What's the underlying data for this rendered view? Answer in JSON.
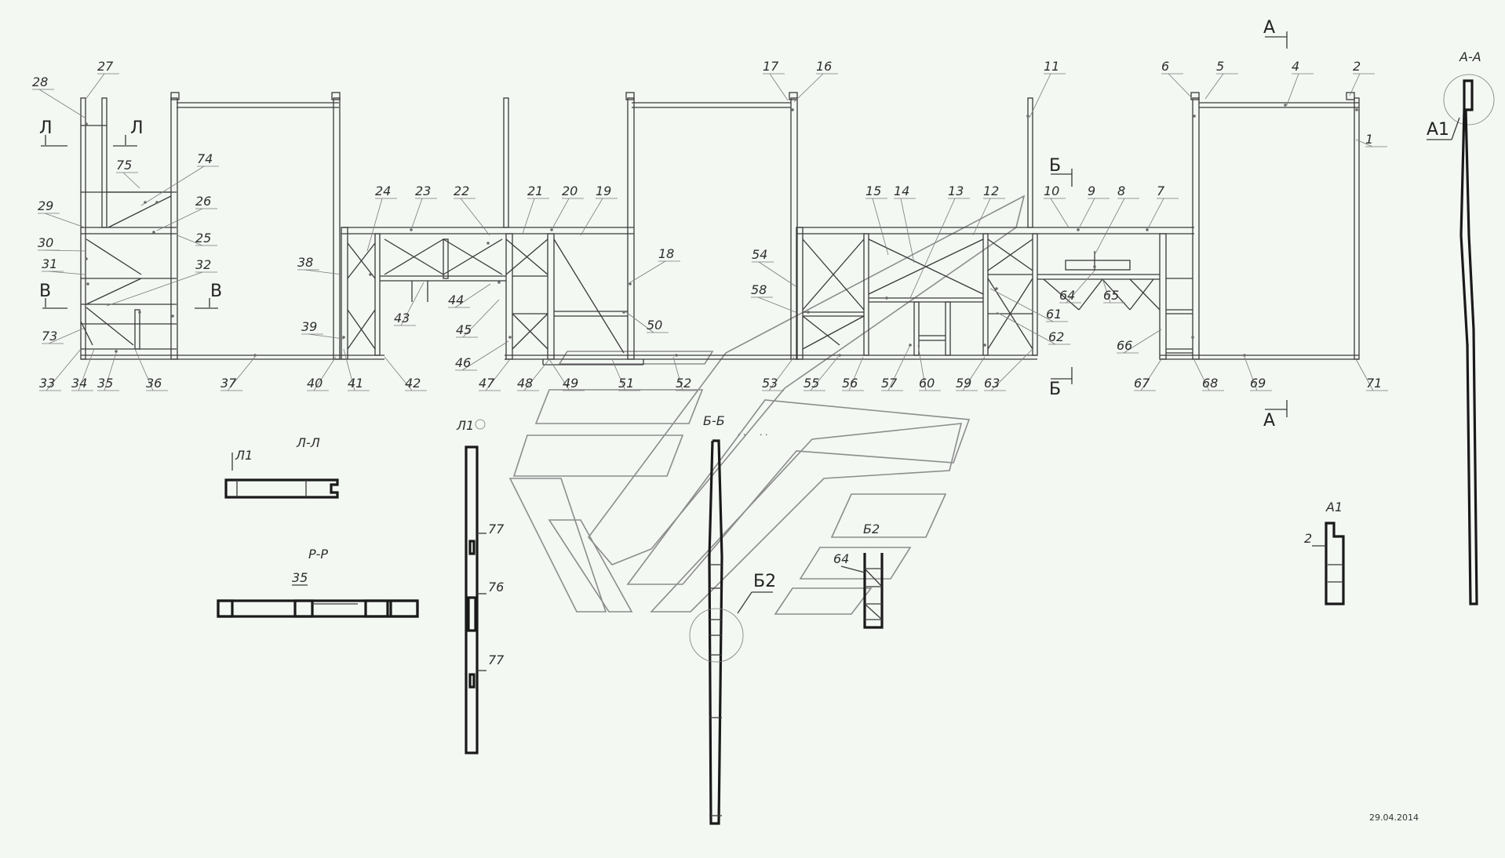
{
  "frame_parts": [
    "1",
    "2",
    "4",
    "5",
    "6",
    "7",
    "8",
    "9",
    "10",
    "11",
    "12",
    "13",
    "14",
    "15",
    "16",
    "17",
    "18",
    "19",
    "20",
    "21",
    "22",
    "23",
    "24",
    "25",
    "26",
    "27",
    "28",
    "29",
    "30",
    "31",
    "32",
    "33",
    "34",
    "35",
    "36",
    "37",
    "38",
    "39",
    "40",
    "41",
    "42",
    "43",
    "44",
    "45",
    "46",
    "47",
    "48",
    "49",
    "50",
    "51",
    "52",
    "53",
    "54",
    "55",
    "56",
    "57",
    "58",
    "59",
    "60",
    "61",
    "62",
    "63",
    "64",
    "65",
    "66",
    "67",
    "68",
    "69",
    "71",
    "73",
    "74",
    "75",
    "76",
    "77"
  ],
  "section_marks": {
    "a": "А",
    "b": "Б",
    "l": "Л",
    "v": "В",
    "a1": "А1"
  },
  "views": {
    "aa": "А-А",
    "bb": "Б-Б",
    "ll": "Л-Л",
    "pp": "Р-Р",
    "a1": "А1",
    "b2": "Б2",
    "l1": "Л1"
  },
  "detail_labels": {
    "p35": "35",
    "p64": "64",
    "p2": "2",
    "p77a": "77",
    "p76": "76",
    "p77b": "77"
  },
  "date": "29.04.2014"
}
